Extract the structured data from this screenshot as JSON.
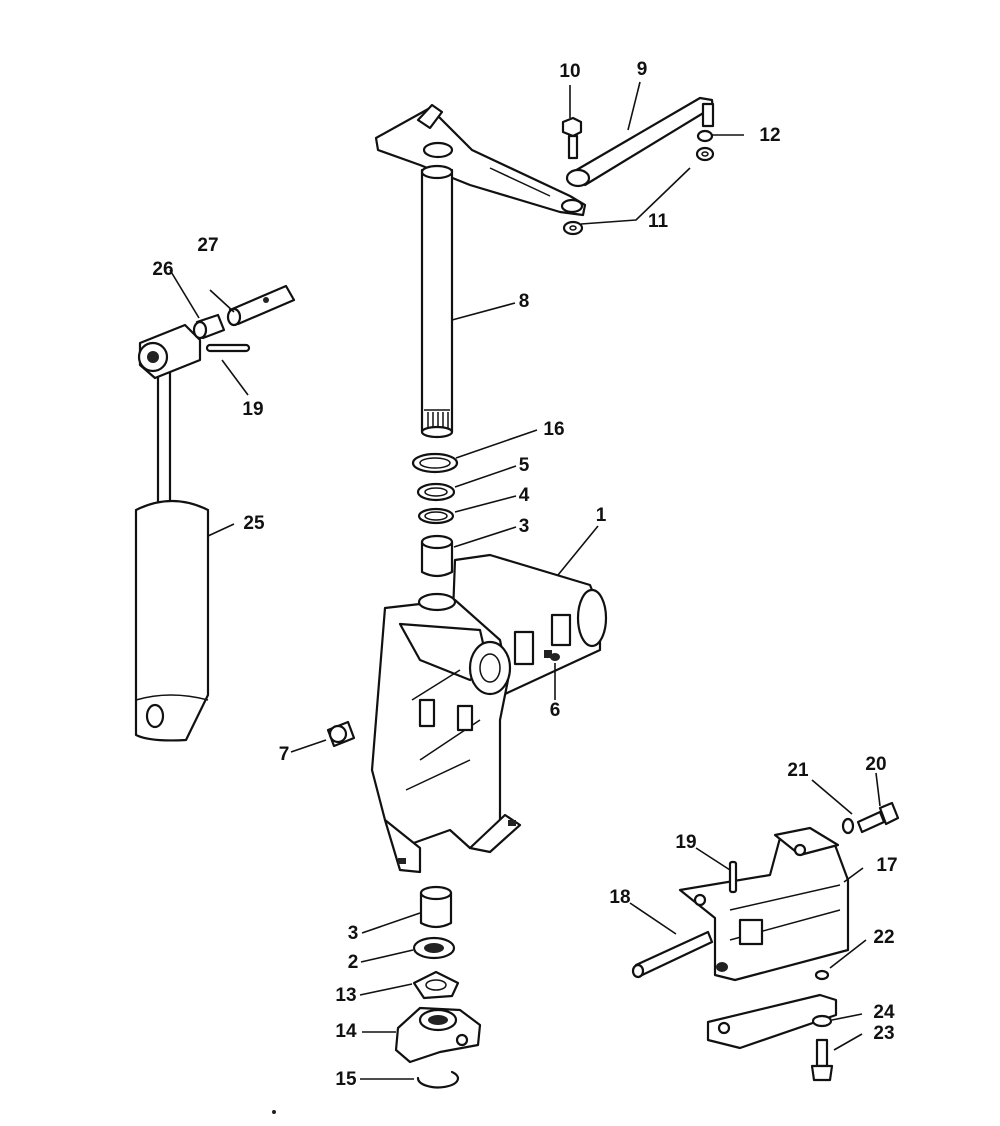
{
  "callouts": {
    "c1": "1",
    "c2": "2",
    "c3a": "3",
    "c3b": "3",
    "c4": "4",
    "c5": "5",
    "c6": "6",
    "c7": "7",
    "c8": "8",
    "c9": "9",
    "c10": "10",
    "c11": "11",
    "c12": "12",
    "c13": "13",
    "c14": "14",
    "c15": "15",
    "c16": "16",
    "c17": "17",
    "c18": "18",
    "c19a": "19",
    "c19b": "19",
    "c20": "20",
    "c21": "21",
    "c22": "22",
    "c23": "23",
    "c24": "24",
    "c25": "25",
    "c26": "26",
    "c27": "27"
  },
  "colors": {
    "ink": "#111111",
    "paper": "#ffffff"
  }
}
